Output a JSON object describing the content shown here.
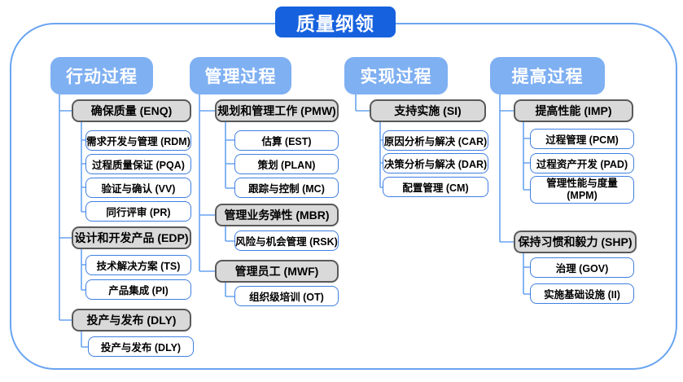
{
  "title": "质量纲领",
  "colors": {
    "title_bg": "#1661de",
    "header_bg": "#7fb0f2",
    "connector": "#69a4f1",
    "gray_fill": "#d9d9d9",
    "gray_border": "#595959",
    "white_node_border": "#3f7fe0"
  },
  "columns": [
    {
      "header": "行动过程",
      "groups": [
        {
          "label": "确保质量 (ENQ)",
          "children": [
            "需求开发与管理 (RDM)",
            "过程质量保证 (PQA)",
            "验证与确认 (VV)",
            "同行评审 (PR)"
          ]
        },
        {
          "label": "设计和开发产品 (EDP)",
          "children": [
            "技术解决方案 (TS)",
            "产品集成 (PI)"
          ]
        },
        {
          "label": "投产与发布 (DLY)",
          "children": [
            "投产与发布 (DLY)"
          ]
        }
      ]
    },
    {
      "header": "管理过程",
      "groups": [
        {
          "label": "规划和管理工作 (PMW)",
          "children": [
            "估算 (EST)",
            "策划 (PLAN)",
            "跟踪与控制 (MC)"
          ]
        },
        {
          "label": "管理业务弹性 (MBR)",
          "children": [
            "风险与机会管理 (RSK)"
          ]
        },
        {
          "label": "管理员工 (MWF)",
          "children": [
            "组织级培训 (OT)"
          ]
        }
      ]
    },
    {
      "header": "实现过程",
      "groups": [
        {
          "label": "支持实施 (SI)",
          "children": [
            "原因分析与解决 (CAR)",
            "决策分析与解决 (DAR)",
            "配置管理 (CM)"
          ]
        }
      ]
    },
    {
      "header": "提高过程",
      "groups": [
        {
          "label": "提高性能 (IMP)",
          "children": [
            "过程管理 (PCM)",
            "过程资产开发 (PAD)",
            "管理性能与度量 (MPM)"
          ]
        },
        {
          "label": "保持习惯和毅力 (SHP)",
          "children": [
            "治理 (GOV)",
            "实施基础设施 (II)"
          ]
        }
      ]
    }
  ]
}
